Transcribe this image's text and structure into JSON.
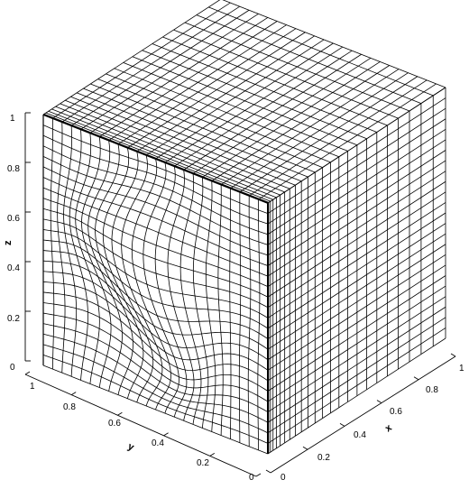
{
  "chart_data": {
    "type": "3d-mesh",
    "axes": {
      "x": {
        "label": "x",
        "range": [
          0,
          1
        ],
        "ticks": [
          "0",
          "0.2",
          "0.4",
          "0.6",
          "0.8",
          "1"
        ]
      },
      "y": {
        "label": "y",
        "range": [
          0,
          1
        ],
        "ticks": [
          "1",
          "0.8",
          "0.6",
          "0.4",
          "0.2",
          "0"
        ]
      },
      "z": {
        "label": "z",
        "range": [
          0,
          1
        ],
        "ticks": [
          "0",
          "0.2",
          "0.4",
          "0.6",
          "0.8",
          "1"
        ]
      }
    },
    "mesh": {
      "cells_per_side": 24,
      "front_face": "distorted curvilinear grid",
      "side_face": "grid clustered toward front edge",
      "top_face": "grid clustered toward front edge"
    }
  },
  "colors": {
    "line": "#000000",
    "background": "#ffffff"
  }
}
